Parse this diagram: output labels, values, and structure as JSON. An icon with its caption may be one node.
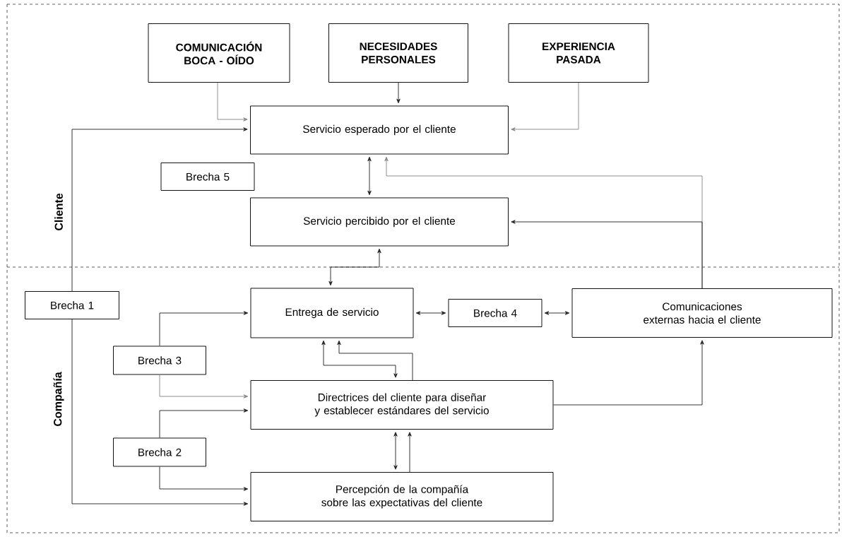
{
  "diagram": {
    "nodes": [
      {
        "text": [
          "COMUNICACIÓN BOCA - OÍDO"
        ]
      },
      {
        "text": [
          "NECESIDADES PERSONALES"
        ]
      },
      {
        "text": [
          "EXPERIENCIA PASADA"
        ]
      },
      {
        "text": [
          "Servicio  esperado por el cliente"
        ]
      },
      {
        "text": [
          "Brecha 5"
        ]
      },
      {
        "text": [
          "Servicio  percibido por el cliente"
        ]
      },
      {
        "text": [
          "Brecha 1"
        ]
      },
      {
        "text": [
          "Entrega de servicio"
        ]
      },
      {
        "text": [
          "Brecha 4"
        ]
      },
      {
        "text": [
          "Comunicaciones externas hacia el cliente"
        ]
      },
      {
        "text": [
          "Brecha 3"
        ]
      },
      {
        "text": [
          "Directrices del cliente para diseñar y establecer estándares del servicio"
        ]
      },
      {
        "text": [
          "Brecha 2"
        ]
      },
      {
        "text": [
          "Percepción de la compañía sobre las expectativas del cliente"
        ]
      }
    ],
    "edges": [
      {
        "from": 0,
        "to": 3,
        "arrow": "to",
        "color": "#888888"
      },
      {
        "from": 1,
        "to": 3,
        "arrow": "to"
      },
      {
        "from": 2,
        "to": 3,
        "arrow": "to",
        "color": "#888888"
      },
      {
        "from": 6,
        "to": 3,
        "arrow": "to"
      },
      {
        "from": 3,
        "to": 5,
        "arrow": "both"
      },
      {
        "from": 9,
        "to": 3,
        "arrow": "to",
        "color": "#888888"
      },
      {
        "from": 9,
        "to": 5,
        "arrow": "to"
      },
      {
        "from": 5,
        "to": 7,
        "arrow": "both"
      },
      {
        "from": 10,
        "to": 7,
        "arrow": "to"
      },
      {
        "from": 10,
        "to": 11,
        "arrow": "to",
        "color": "#888888"
      },
      {
        "from": 7,
        "to": 8,
        "arrow": "both"
      },
      {
        "from": 8,
        "to": 9,
        "arrow": "both"
      },
      {
        "from": 7,
        "to": 11,
        "arrow": "both"
      },
      {
        "from": 11,
        "to": 7,
        "arrow": "to"
      },
      {
        "from": 11,
        "to": 9,
        "arrow": "to"
      },
      {
        "from": 12,
        "to": 11,
        "arrow": "to"
      },
      {
        "from": 12,
        "to": 13,
        "arrow": "to"
      },
      {
        "from": 11,
        "to": 13,
        "arrow": "both"
      },
      {
        "from": 13,
        "to": 11,
        "arrow": "to"
      },
      {
        "from": 6,
        "to": 13,
        "arrow": "to"
      }
    ],
    "labels": [
      "Cliente",
      "Compañía"
    ]
  }
}
